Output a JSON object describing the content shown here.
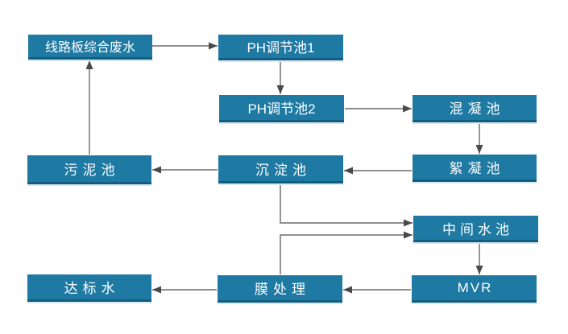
{
  "diagram": {
    "type": "flowchart",
    "subject": "wastewater-treatment-process",
    "nodes": [
      {
        "id": "raw",
        "label": "线路板综合废水"
      },
      {
        "id": "ph1",
        "label": "PH调节池1"
      },
      {
        "id": "ph2",
        "label": "PH调节池2"
      },
      {
        "id": "coag",
        "label": "混凝池"
      },
      {
        "id": "floc",
        "label": "絮凝池"
      },
      {
        "id": "sed",
        "label": "沉淀池"
      },
      {
        "id": "sludge",
        "label": "污泥池"
      },
      {
        "id": "mid",
        "label": "中间水池"
      },
      {
        "id": "mvr",
        "label": "MVR"
      },
      {
        "id": "membrane",
        "label": "膜处理"
      },
      {
        "id": "clean",
        "label": "达标水"
      }
    ],
    "edges": [
      {
        "from": "线路板综合废水",
        "to": "PH调节池1"
      },
      {
        "from": "PH调节池1",
        "to": "PH调节池2"
      },
      {
        "from": "PH调节池2",
        "to": "混凝池"
      },
      {
        "from": "混凝池",
        "to": "絮凝池"
      },
      {
        "from": "絮凝池",
        "to": "沉淀池"
      },
      {
        "from": "沉淀池",
        "to": "污泥池"
      },
      {
        "from": "污泥池",
        "to": "线路板综合废水"
      },
      {
        "from": "沉淀池",
        "to": "中间水池"
      },
      {
        "from": "膜处理",
        "to": "中间水池"
      },
      {
        "from": "中间水池",
        "to": "MVR"
      },
      {
        "from": "MVR",
        "to": "膜处理"
      },
      {
        "from": "膜处理",
        "to": "达标水"
      }
    ],
    "colors": {
      "node_fill": "#1e79a3",
      "node_bottom_edge": "#135e80",
      "node_under_glow": "#d9e9f4",
      "node_text": "#ffffff",
      "line": "#6a6a6a",
      "arrowhead": "#4a4a4a",
      "background": "#ffffff"
    }
  }
}
